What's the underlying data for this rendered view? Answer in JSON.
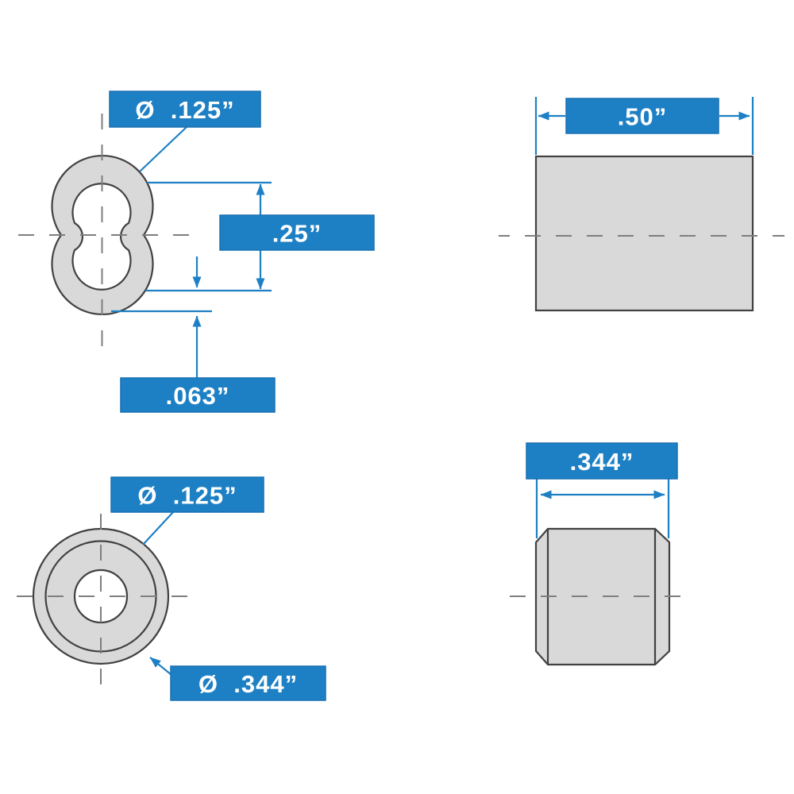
{
  "diagram": {
    "background": "#ffffff",
    "colors": {
      "dimension_blue": "#1e80c4",
      "label_border_blue": "#1871b3",
      "label_text_white": "#ffffff",
      "part_fill_gray": "#d9d9d9",
      "part_outline_gray": "#414141",
      "centerline_gray": "#7e7e7e"
    },
    "views": {
      "oval_sleeve_front": {
        "labels": {
          "hole_diameter": "Ø  .125”",
          "opening_height": ".25”",
          "wall_thickness": ".063”"
        }
      },
      "oval_sleeve_side": {
        "labels": {
          "length": ".50”"
        }
      },
      "round_stop_front": {
        "labels": {
          "hole_diameter": "Ø  .125”",
          "outer_diameter": "Ø  .344”"
        }
      },
      "round_stop_side": {
        "labels": {
          "width": ".344”"
        }
      }
    }
  }
}
